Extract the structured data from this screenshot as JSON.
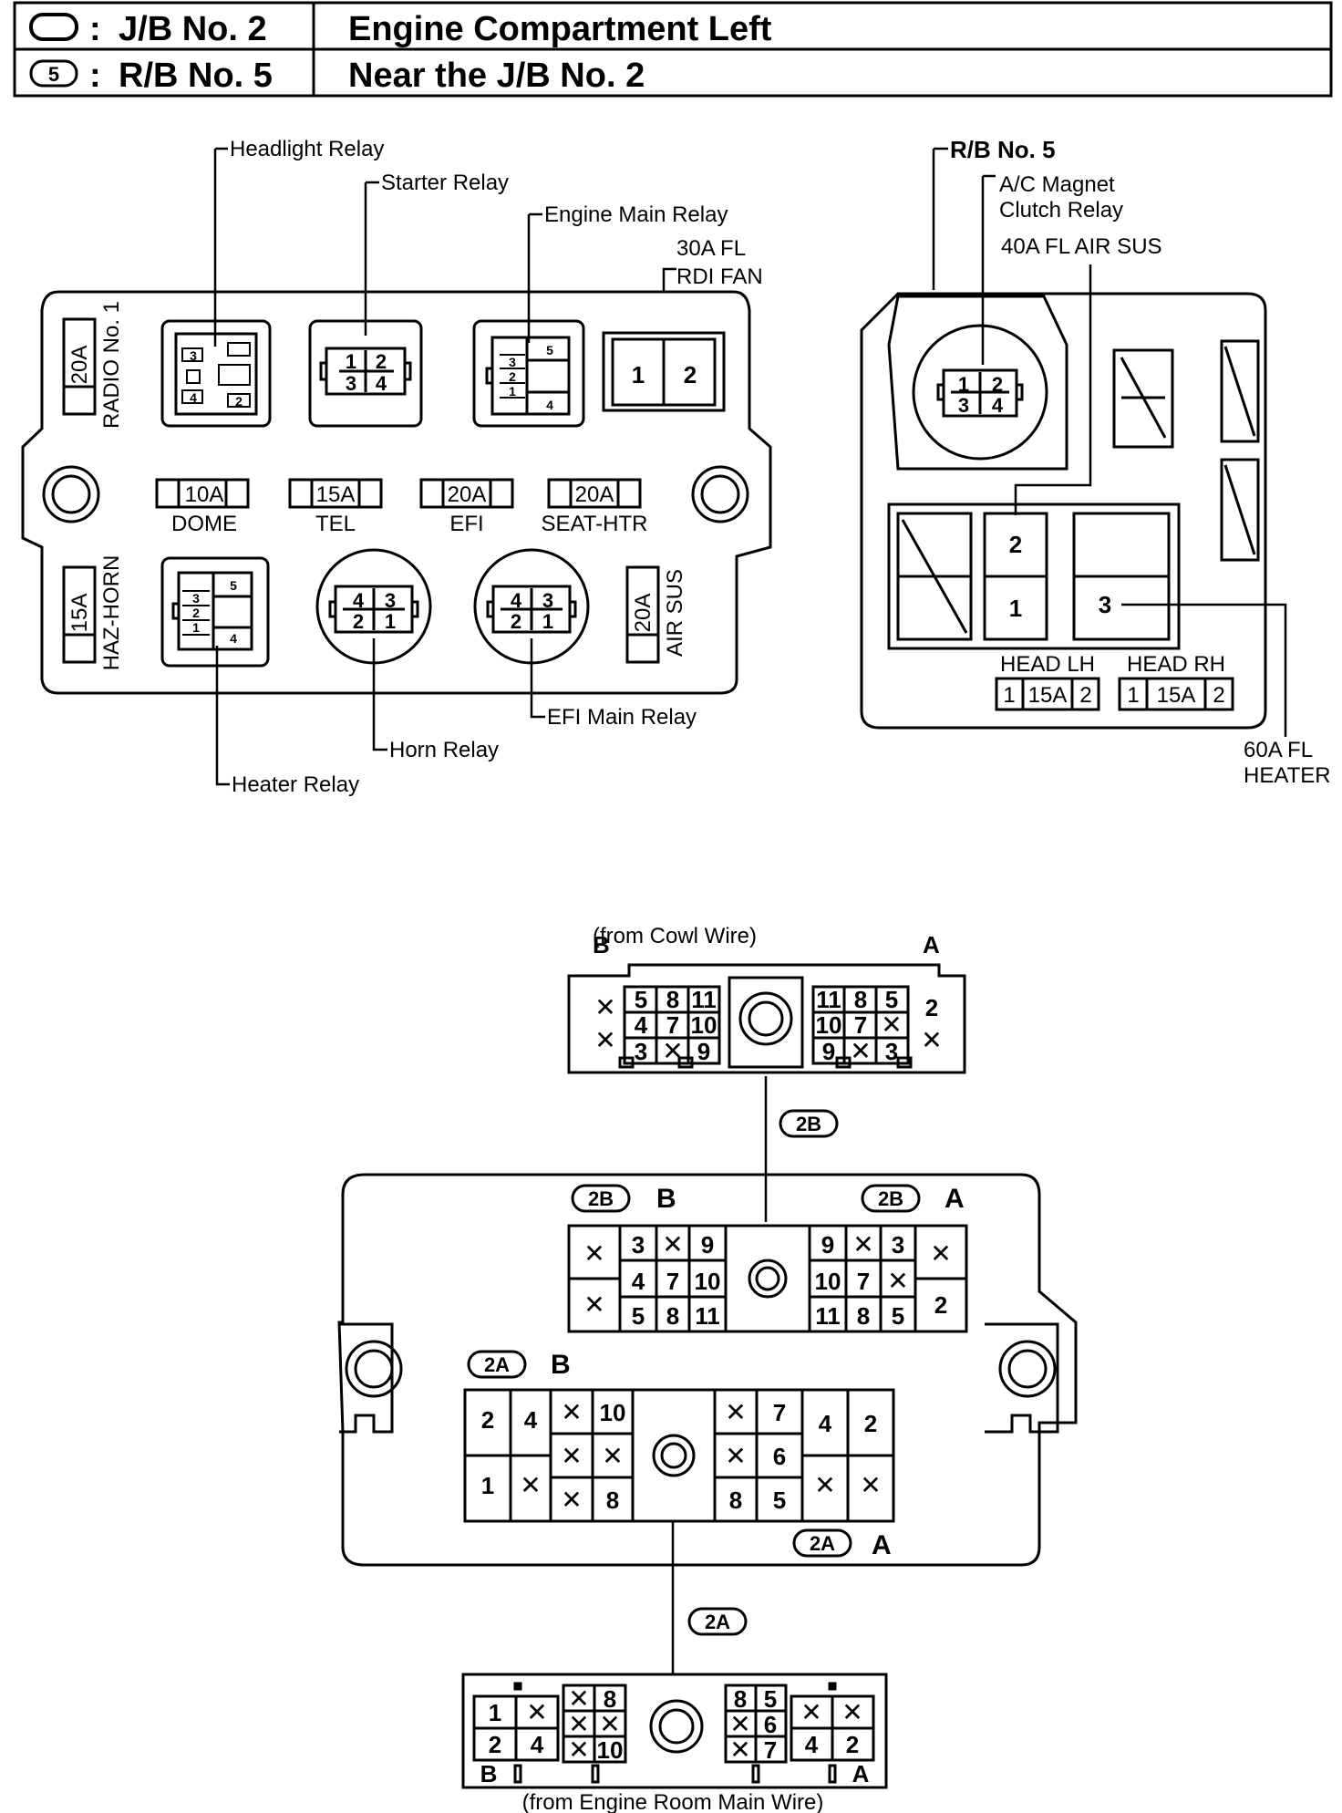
{
  "header": {
    "row1_code": ":",
    "row1_name": "J/B No. 2",
    "row1_location": "Engine Compartment Left",
    "row2_code": "5",
    "row2_name": "R/B No. 5",
    "row2_location": "Near the J/B No. 2"
  },
  "jb2": {
    "relays": {
      "headlight": "Headlight Relay",
      "starter": "Starter Relay",
      "engine_main": "Engine Main Relay",
      "heater": "Heater Relay",
      "horn": "Horn Relay",
      "efi_main": "EFI Main Relay"
    },
    "fl_30a_line1": "30A FL",
    "fl_30a_line2": "RDI FAN",
    "fuses": {
      "radio_amp": "20A",
      "radio_name": "RADIO No. 1",
      "dome_amp": "10A",
      "dome_name": "DOME",
      "tel_amp": "15A",
      "tel_name": "TEL",
      "efi_amp": "20A",
      "efi_name": "EFI",
      "seat_amp": "20A",
      "seat_name": "SEAT-HTR",
      "haz_amp": "15A",
      "haz_name": "HAZ-HORN",
      "airsus_amp": "20A",
      "airsus_name": "AIR SUS"
    }
  },
  "rb5": {
    "title": "R/B No. 5",
    "ac_line1": "A/C Magnet",
    "ac_line2": "Clutch Relay",
    "air_sus": "40A FL AIR SUS",
    "head_lh": "HEAD LH",
    "head_rh": "HEAD RH",
    "head_amp": "15A",
    "heater_line1": "60A FL",
    "heater_line2": "HEATER"
  },
  "connectors": {
    "cowl_label": "(from Cowl Wire)",
    "room_label": "(from Engine Room Main Wire)",
    "tag_2b": "2B",
    "tag_2a": "2A",
    "side_a": "A",
    "side_b": "B"
  }
}
